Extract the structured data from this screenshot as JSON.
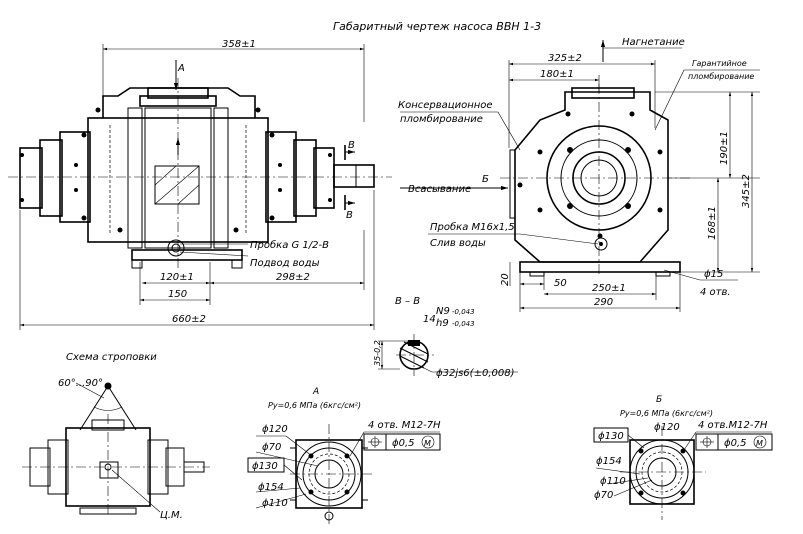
{
  "title": "Габаритный чертеж насоса ВВН 1-3",
  "front": {
    "dim_top": "358±1",
    "view_a": "А",
    "section_b1": "В",
    "section_b2": "В",
    "plug": "Пробка G 1/2-B",
    "water_supply": "Подвод воды",
    "dim_120": "120±1",
    "dim_298": "298±2",
    "dim_150": "150",
    "dim_660": "660±2"
  },
  "side": {
    "dim_325": "325±2",
    "dim_180": "180±1",
    "discharge": "Нагнетание",
    "warranty_1": "Гарантийное",
    "warranty_2": "пломбирование",
    "conservation_1": "Консервационное",
    "conservation_2": "пломбирование",
    "suction": "Всасывание",
    "view_b": "Б",
    "plug_m16": "Пробка  М16х1,5",
    "drain": "Слив воды",
    "dim_190": "190±1",
    "dim_345": "345±2",
    "dim_168": "168±1",
    "dim_20": "20",
    "dim_50": "50",
    "dim_250": "250±1",
    "dim_290": "290",
    "dim_phi15": "ϕ15",
    "holes_4": "4 отв."
  },
  "section": {
    "label": "В – В",
    "key_14": "14",
    "key_n9": "N9",
    "key_n9_tol": "-0,043",
    "key_h9": "h9",
    "key_h9_tol": "-0,043",
    "dim_35": "35-0,2",
    "shaft": "ϕ32js6(±0,008)"
  },
  "sling": {
    "title": "Схема строповки",
    "angle": "60°...90°",
    "cm": "Ц.М."
  },
  "flange_a": {
    "title": "А",
    "pressure": "Pу=0,6 МПа (6кгс/см²)",
    "holes": "4 отв. М12-7Н",
    "phi120": "ϕ120",
    "phi70": "ϕ70",
    "phi130": "ϕ130",
    "phi154": "ϕ154",
    "phi110": "ϕ110",
    "tol": "ϕ0,5",
    "m": "M"
  },
  "flange_b": {
    "title": "Б",
    "pressure": "Pу=0,6 МПа (6кгс/см²)",
    "holes": "4 отв.М12-7Н",
    "phi130": "ϕ130",
    "phi120": "ϕ120",
    "phi154": "ϕ154",
    "phi110": "ϕ110",
    "phi70": "ϕ70",
    "tol": "ϕ0,5",
    "m": "M"
  }
}
